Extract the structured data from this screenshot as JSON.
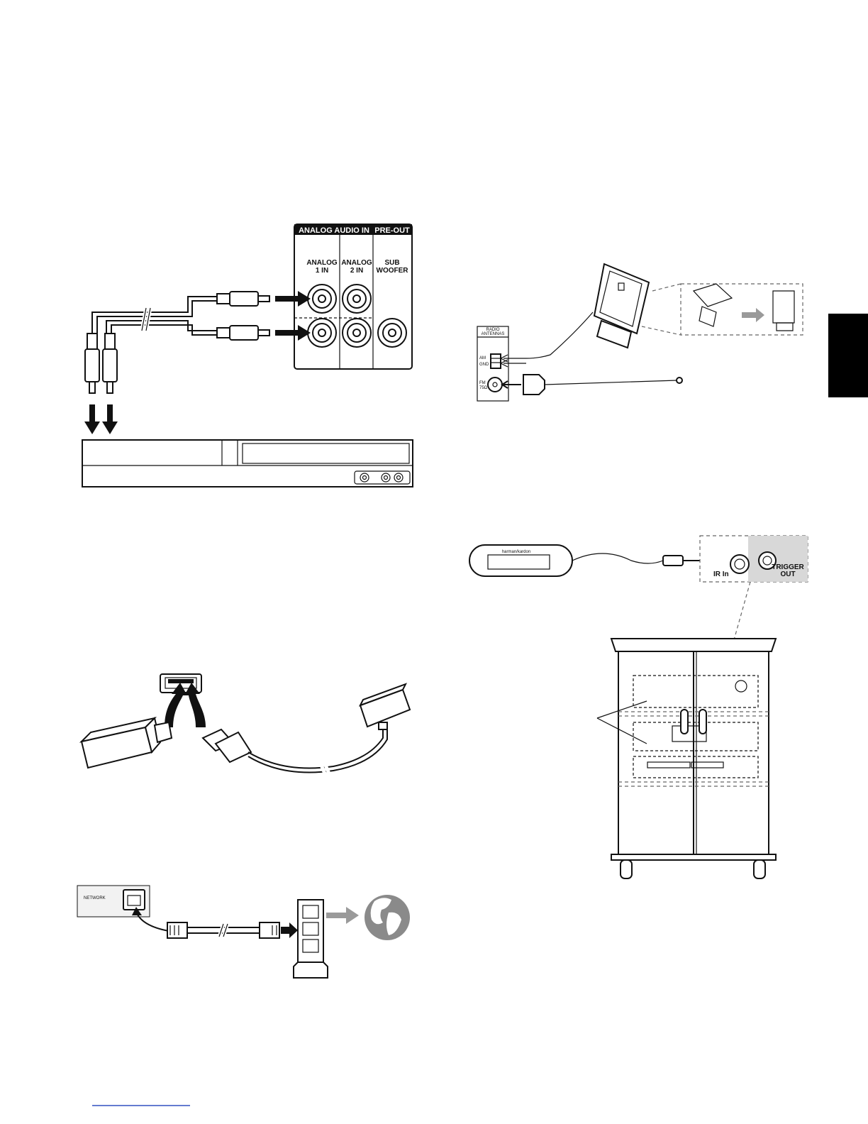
{
  "analog_panel": {
    "section_left": "ANALOG AUDIO IN",
    "section_right": "PRE-OUT",
    "analog1": [
      "ANALOG",
      "1 IN"
    ],
    "analog2": [
      "ANALOG",
      "2 IN"
    ],
    "sub": [
      "SUB",
      "WOOFER"
    ]
  },
  "antenna_panel": {
    "header": [
      "RADIO",
      "ANTENNAS"
    ],
    "am": "AM",
    "gnd": "GND",
    "fm": [
      "FM",
      "75Ω"
    ]
  },
  "ir_panel": {
    "brand": "harman/kardon",
    "ir_in": "IR In",
    "trigger": [
      "TRIGGER",
      "OUT"
    ]
  },
  "network_panel": {
    "label": "NETWORK"
  },
  "colors": {
    "side_tab": "#000000",
    "arrow_gray": "#9a9a9a",
    "globe": "#8a8a8a"
  }
}
